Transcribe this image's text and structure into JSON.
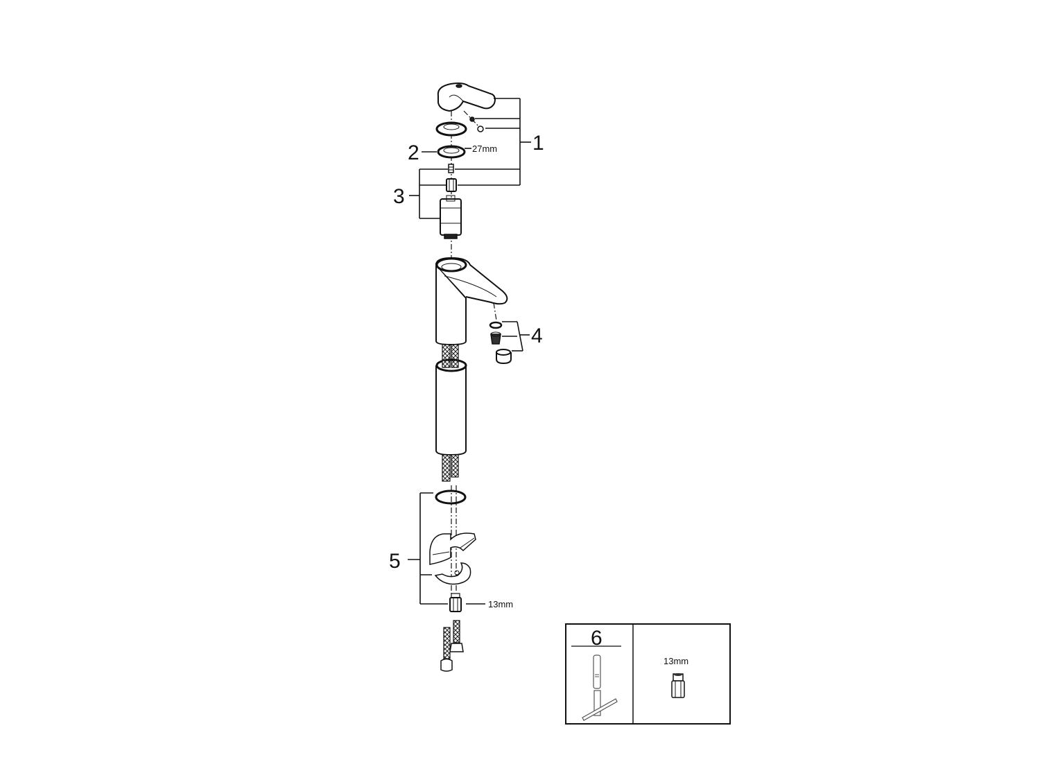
{
  "diagram": {
    "type": "exploded-parts-diagram",
    "subject": "single-lever basin mixer faucet",
    "callouts": [
      {
        "id": "1",
        "label": "1",
        "description": "lever handle with screw and cap"
      },
      {
        "id": "2",
        "label": "2",
        "dimension": "27mm",
        "description": "cartridge retaining nut"
      },
      {
        "id": "3",
        "label": "3",
        "description": "cartridge with adapter and screw"
      },
      {
        "id": "4",
        "label": "4",
        "description": "aerator set (washer, insert, housing)"
      },
      {
        "id": "5",
        "label": "5",
        "dimension": "13mm",
        "description": "mounting set (o-ring, horseshoe washer, clamp plate, stud nut)"
      }
    ],
    "tools_box": {
      "number": "6",
      "left_panel": {
        "label": "6",
        "item": "t-handle-socket-wrench"
      },
      "right_panel": {
        "dimension": "13mm",
        "item": "socket-insert"
      }
    },
    "parts": [
      "lever-handle",
      "cover-ring",
      "retaining-nut",
      "screw",
      "adapter",
      "cartridge",
      "faucet-body",
      "spout",
      "base-sleeve",
      "supply-hoses",
      "o-ring",
      "aerator",
      "horseshoe-washer",
      "clamp-plate",
      "stud-nut",
      "hose-connectors"
    ]
  }
}
